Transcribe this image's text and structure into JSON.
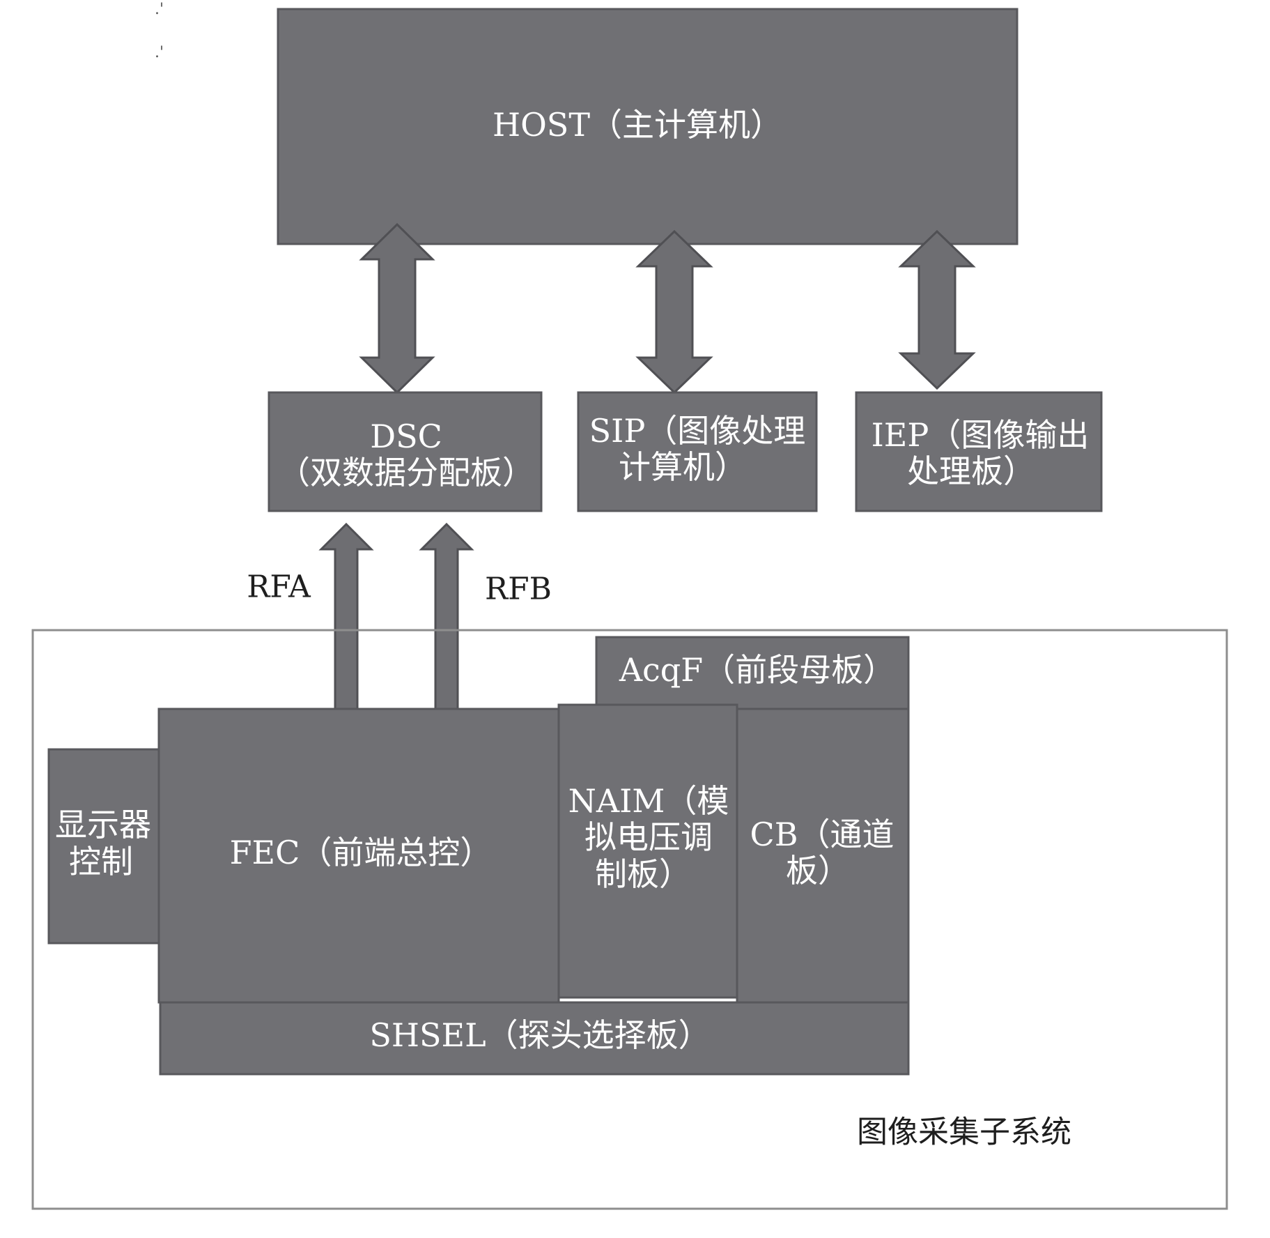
{
  "marks": [
    ".'",
    ".'"
  ],
  "host": {
    "label": "HOST（主计算机）"
  },
  "dsc": {
    "line1": "DSC",
    "line2": "（双数据分配板）"
  },
  "sip": {
    "line1": "SIP（图像处理",
    "line2": "计算机）"
  },
  "iep": {
    "line1": "IEP（图像输出",
    "line2": "处理板）"
  },
  "links": {
    "rfa": "RFA",
    "rfb": "RFB"
  },
  "subsystem": {
    "title": "图像采集子系统",
    "display_ctrl": {
      "line1": "显示器",
      "line2": "控制"
    },
    "fec": {
      "label": "FEC（前端总控）"
    },
    "acqf": {
      "label": "AcqF（前段母板）"
    },
    "naim": {
      "line1": "NAIM（模",
      "line2": "拟电压调",
      "line3": "制板）"
    },
    "cb": {
      "line1": "CB（通道",
      "line2": "板）"
    },
    "shsel": {
      "label": "SHSEL（探头选择板）"
    }
  },
  "colors": {
    "box_fill": "#707074",
    "box_text": "#ffffff",
    "frame": "#8e8e8e"
  }
}
